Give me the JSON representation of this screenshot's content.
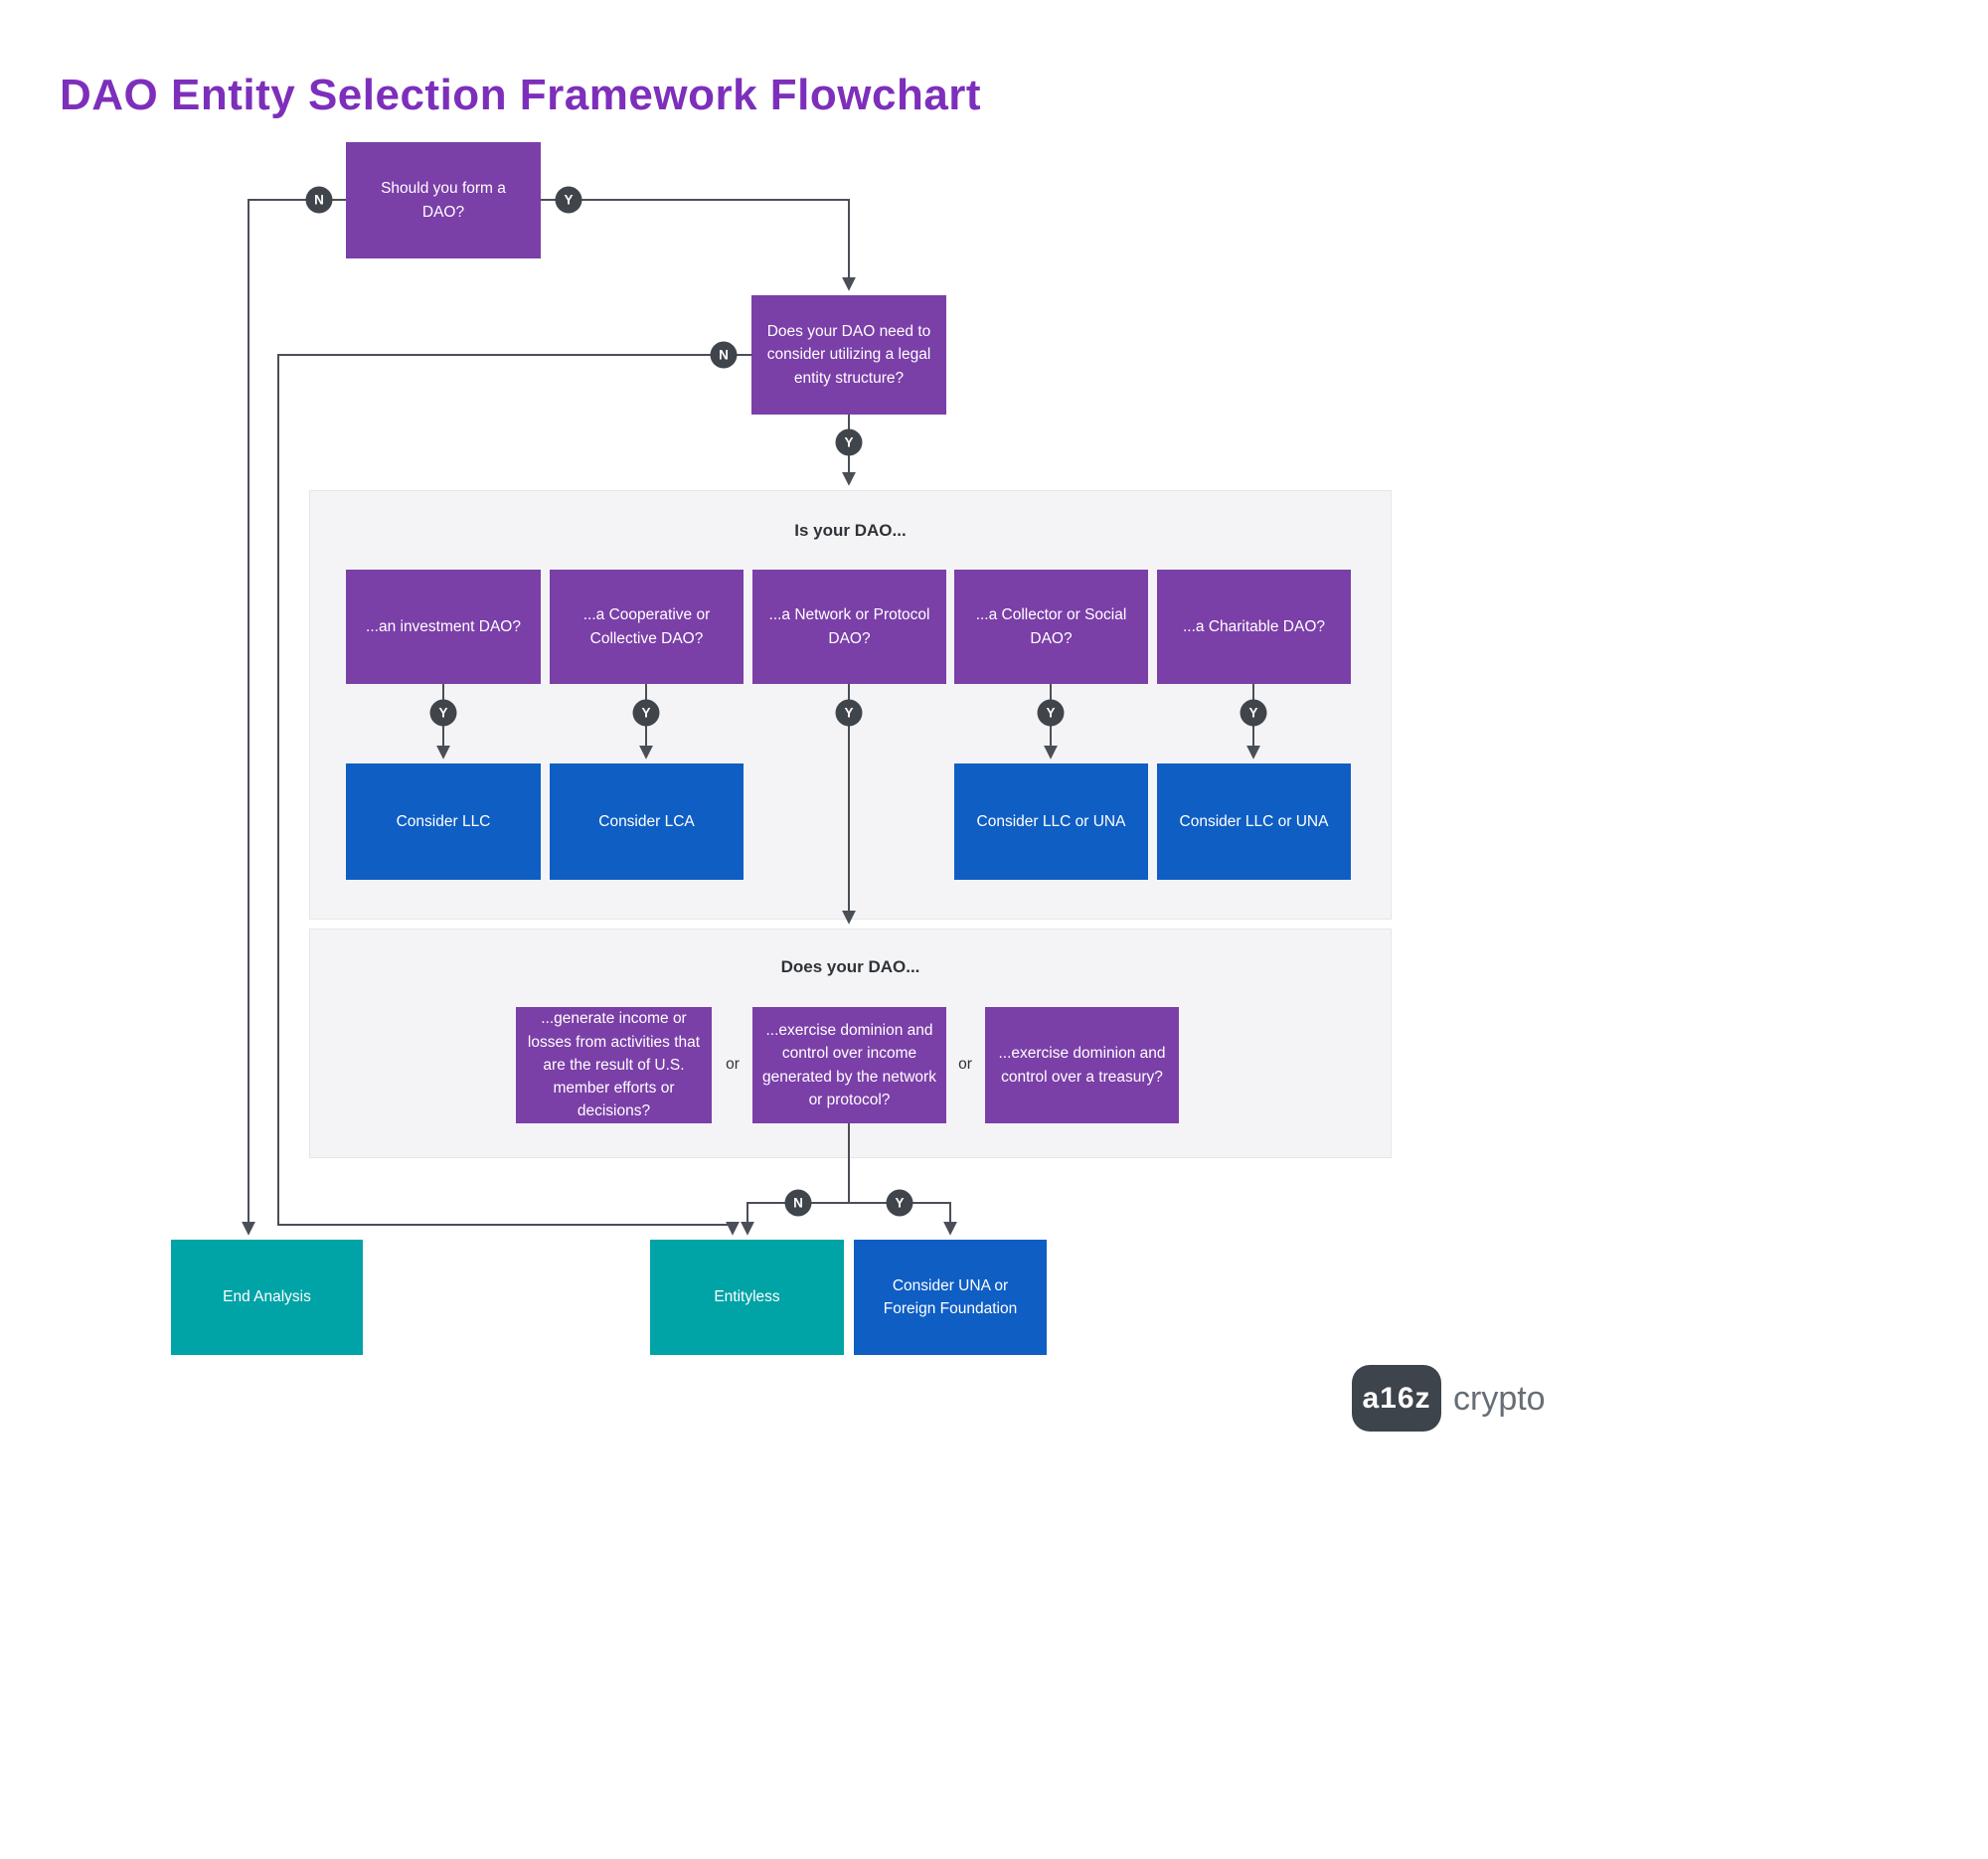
{
  "title": "DAO Entity Selection Framework Flowchart",
  "sections": {
    "is_your_dao": "Is your DAO...",
    "does_your_dao": "Does your DAO..."
  },
  "nodes": {
    "should_form_dao": "Should you form a DAO?",
    "need_legal_entity": "Does your DAO need to consider utilizing a legal entity structure?",
    "investment_dao": "...an investment DAO?",
    "cooperative_dao": "...a Cooperative or Collective DAO?",
    "network_dao": "...a Network or Protocol DAO?",
    "collector_dao": "...a Collector or Social DAO?",
    "charitable_dao": "...a Charitable DAO?",
    "consider_llc": "Consider LLC",
    "consider_lca": "Consider LCA",
    "consider_llc_una_collector": "Consider LLC or UNA",
    "consider_llc_una_charitable": "Consider LLC or UNA",
    "generate_income": "...generate income or losses from activities that are the result of U.S. member efforts or decisions?",
    "dominion_income": "...exercise dominion and control over income generated by the network or protocol?",
    "dominion_treasury": "...exercise dominion and control over a treasury?",
    "end_analysis": "End Analysis",
    "entityless": "Entityless",
    "consider_una_foundation": "Consider UNA or Foreign Foundation"
  },
  "connector_labels": {
    "yes": "Y",
    "no": "N",
    "or": "or"
  },
  "logo": {
    "mark": "a16z",
    "wordmark": "crypto"
  },
  "colors": {
    "purple": "#7b3fa8",
    "blue": "#0f5ec4",
    "teal": "#00a3a6",
    "title": "#7d2fbb",
    "line": "#4a4f57",
    "badge": "#40454c"
  }
}
